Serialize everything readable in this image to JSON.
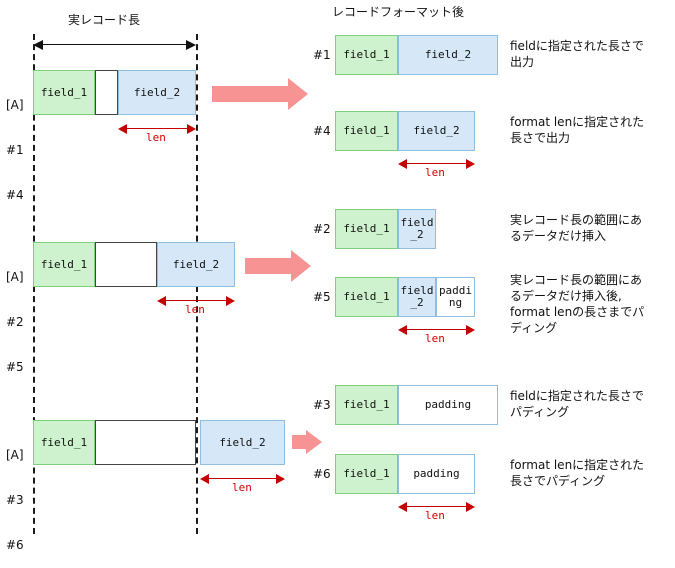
{
  "headers": {
    "record_length": "実レコード長",
    "after_format": "レコードフォーマット後"
  },
  "labels": {
    "len": "len",
    "field_1": "field_1",
    "field_2": "field_2",
    "field_2_wrapped": "field\n_2",
    "padding": "padding",
    "padding_wrapped": "paddi\nng",
    "tag_a": "[A]"
  },
  "groups": [
    {
      "id": "group-1",
      "left_tags": [
        "[A]",
        "#1",
        "#4"
      ],
      "source": {
        "field_1": "field_1",
        "field_2": "field_2",
        "len": "len"
      },
      "results": [
        {
          "num": "#1",
          "cells": [
            "field_1",
            "field_2"
          ],
          "description": "fieldに指定された長さで\n出力",
          "has_len": false
        },
        {
          "num": "#4",
          "cells": [
            "field_1",
            "field_2"
          ],
          "description": "format lenに指定された\n長さで出力",
          "has_len": true,
          "len": "len"
        }
      ]
    },
    {
      "id": "group-2",
      "left_tags": [
        "[A]",
        "#2",
        "#5"
      ],
      "source": {
        "field_1": "field_1",
        "field_2": "field_2",
        "len": "len"
      },
      "results": [
        {
          "num": "#2",
          "cells": [
            "field_1",
            "field\n_2"
          ],
          "description": "実レコード長の範囲にあ\nるデータだけ挿入",
          "has_len": false
        },
        {
          "num": "#5",
          "cells": [
            "field_1",
            "field\n_2",
            "paddi\nng"
          ],
          "description": "実レコード長の範囲にあ\nるデータだけ挿入後,\nformat lenの長さまでパ\nディング",
          "has_len": true,
          "len": "len"
        }
      ]
    },
    {
      "id": "group-3",
      "left_tags": [
        "[A]",
        "#3",
        "#6"
      ],
      "source": {
        "field_1": "field_1",
        "field_2": "field_2",
        "len": "len"
      },
      "results": [
        {
          "num": "#3",
          "cells": [
            "field_1",
            "padding"
          ],
          "description": "fieldに指定された長さで\nパディング",
          "has_len": false
        },
        {
          "num": "#6",
          "cells": [
            "field_1",
            "padding"
          ],
          "description": "format lenに指定された\n長さでパディング",
          "has_len": true,
          "len": "len"
        }
      ]
    }
  ],
  "colors": {
    "field_1_fill": "#cdf2cd",
    "field_1_border": "#7fcf7f",
    "field_2_fill": "#d6e8f7",
    "field_2_border": "#8fbede",
    "padding_fill": "#ffffff",
    "len_arrow": "#c40000",
    "flow_arrow": "#f79393",
    "record_arrow": "#111111",
    "guide_line": "#1a1a1a"
  }
}
